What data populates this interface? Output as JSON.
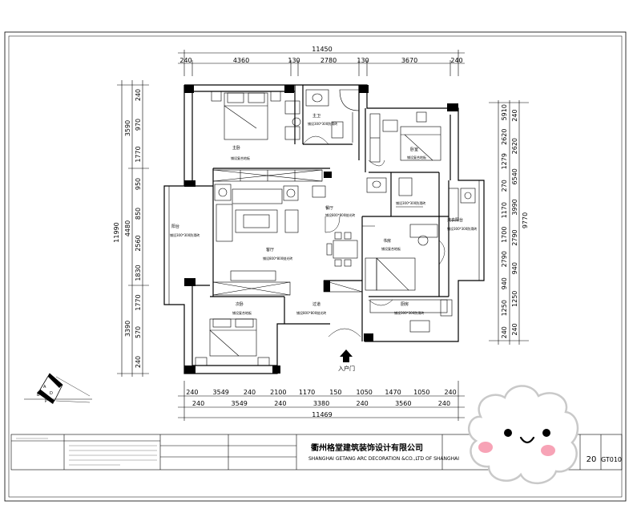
{
  "dimensions": {
    "top_total": "11450",
    "top_segments": [
      "240",
      "4360",
      "130",
      "2780",
      "130",
      "3670",
      "240"
    ],
    "bottom_row1": [
      "240",
      "3549",
      "240",
      "2100",
      "1170",
      "150",
      "1050",
      "1470",
      "1050",
      "240"
    ],
    "bottom_row2": [
      "240",
      "3549",
      "240",
      "3380",
      "240",
      "3560",
      "240"
    ],
    "bottom_total": "11469",
    "left_total": "11990",
    "left_row1": [
      "3590",
      "4480",
      "3390"
    ],
    "left_row2": [
      "240",
      "970",
      "1770",
      "950",
      "850",
      "2560",
      "1830",
      "1770",
      "570",
      "240"
    ],
    "right_total": "9770",
    "right_row1": [
      "5910",
      "2620",
      "1279",
      "270",
      "1170",
      "1700",
      "2790",
      "940",
      "1250",
      "240"
    ],
    "right_row2": [
      "240",
      "2620",
      "6540",
      "3990",
      "2790",
      "940",
      "1250",
      "240"
    ]
  },
  "rooms": {
    "master_bedroom": "主卧",
    "master_bedroom_floor": "铺设复合地板",
    "master_bath": "主卫",
    "master_bath_floor": "铺设300*300防滑砖",
    "bedroom_ne": "卧室",
    "bedroom_ne_floor": "铺设复合地板",
    "bath_public_floor": "铺设300*300防滑砖",
    "laundry_balcony": "洗衣阳台",
    "laundry_balcony_floor": "铺设300*300防滑砖",
    "restaurant": "餐厅",
    "restaurant_floor": "铺设800*800抛光砖",
    "living_room": "客厅",
    "living_room_floor": "铺设800*800抛光砖",
    "balcony": "阳台",
    "balcony_floor": "铺设300*300防滑砖",
    "study": "书房",
    "study_floor": "铺设复合地板",
    "second_bedroom": "次卧",
    "second_bedroom_floor": "铺设复合地板",
    "corridor": "过道",
    "corridor_floor": "铺设800*800抛光砖",
    "kitchen": "厨房",
    "kitchen_floor": "铺设300*300防滑砖",
    "entrance": "入户门"
  },
  "compass": {
    "letters": [
      "A",
      "D",
      "B",
      "P"
    ]
  },
  "title_block": {
    "company_cn": "衢州格堂建筑装饰设计有限公司",
    "company_en": "SHANGHAI GETANG ARC DECORATION &CO.,LTD OF SHANGHAI",
    "sheet_no": "20",
    "drawing_code": "GT010"
  },
  "colors": {
    "line": "#000000",
    "sticker_cheek": "#f7a3b6",
    "sticker_face": "#ffffff"
  }
}
